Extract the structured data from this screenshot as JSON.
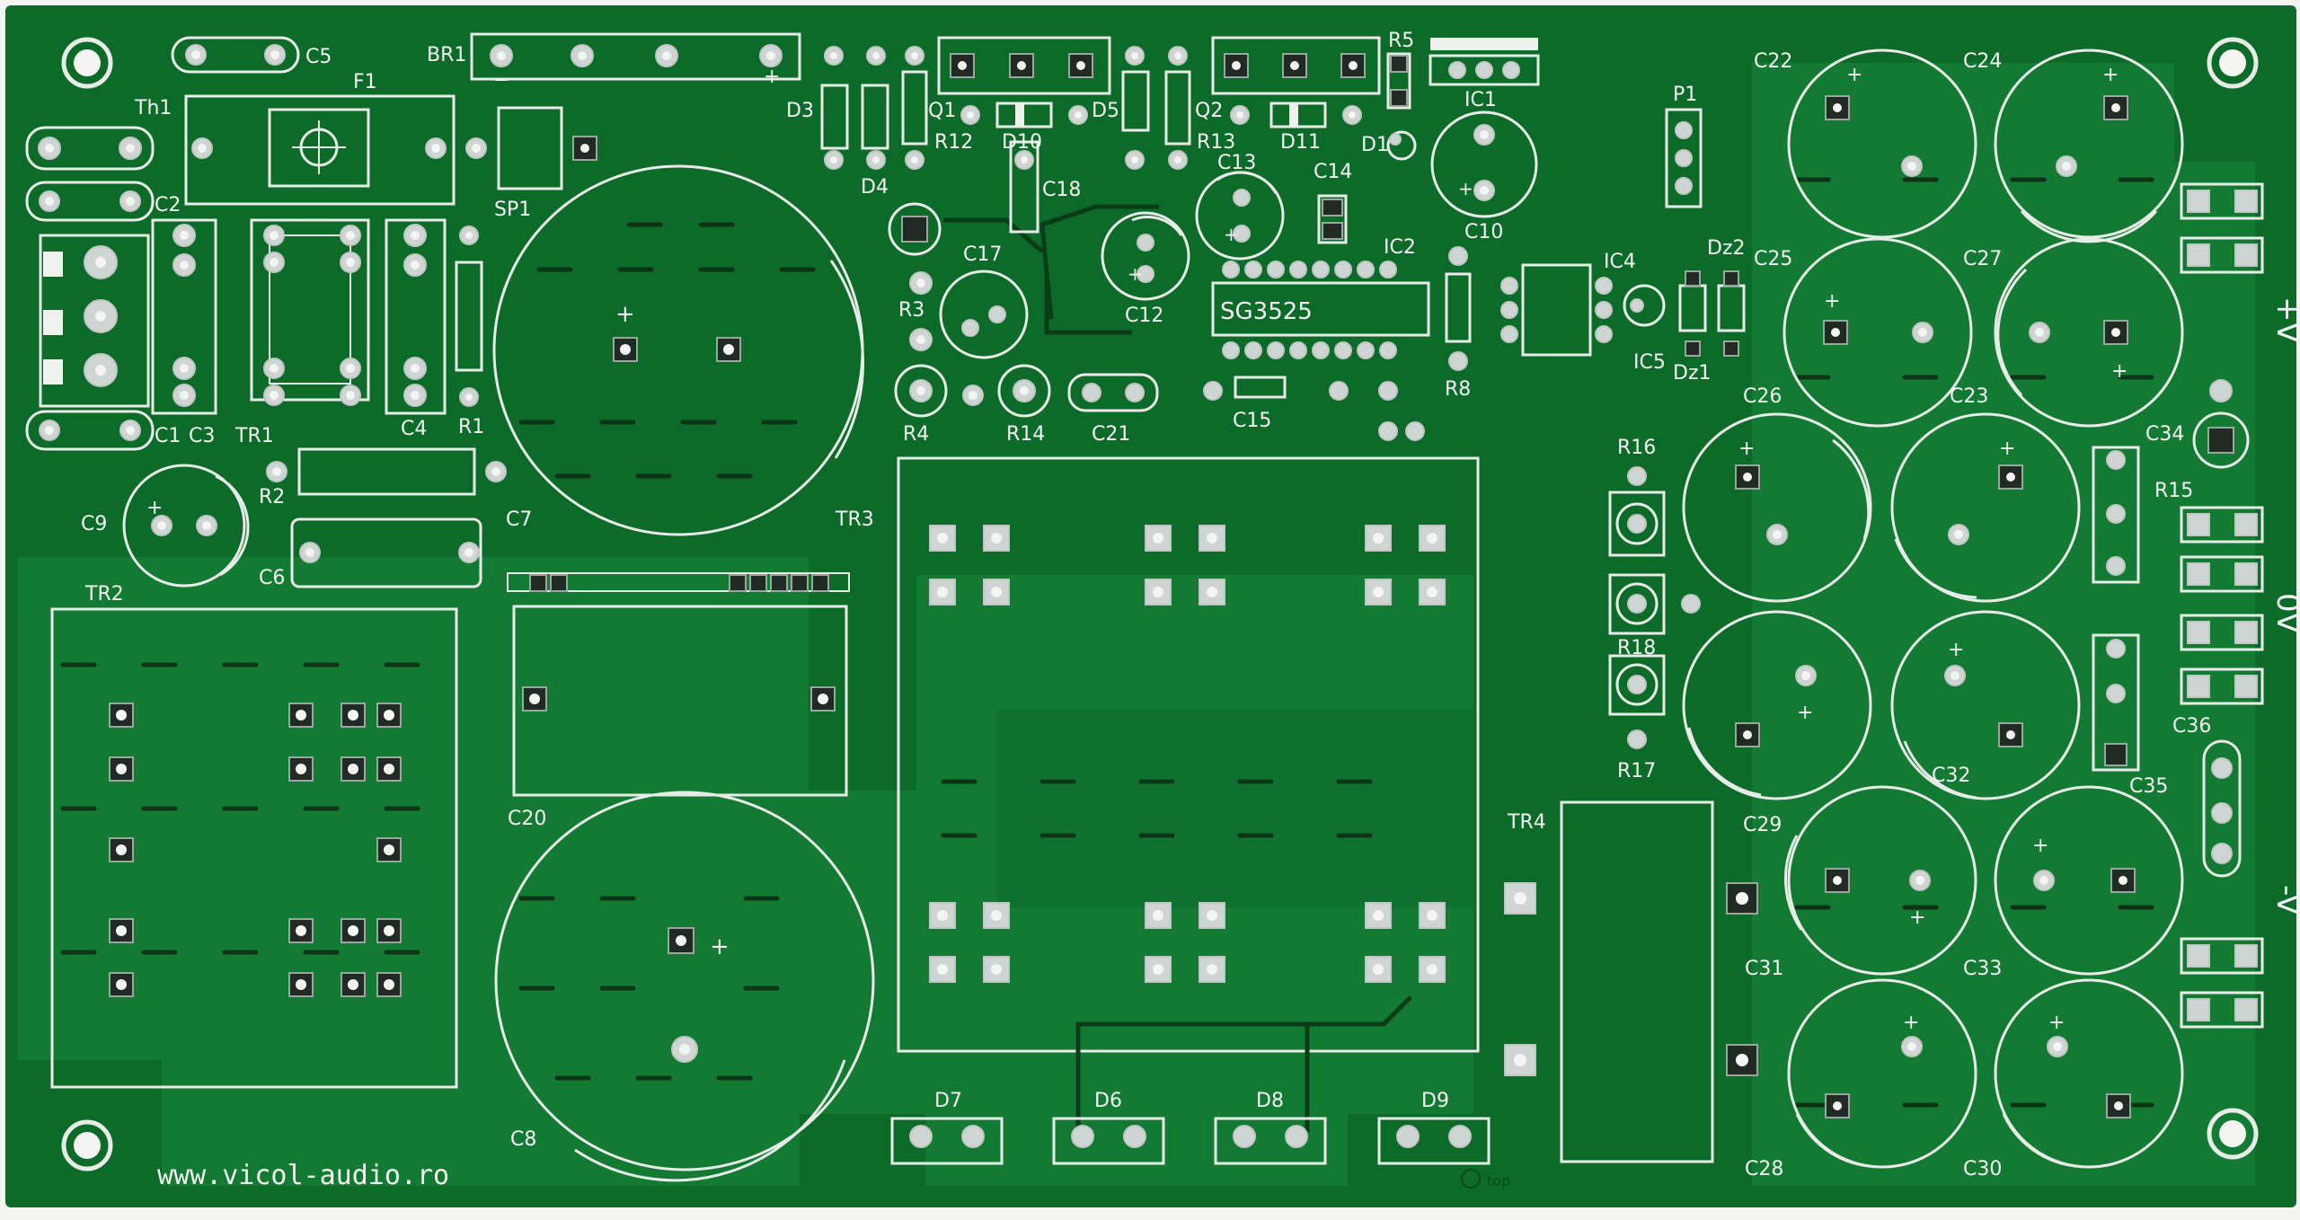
{
  "board": {
    "website": "www.vicol-audio.ro",
    "top_marker": "top",
    "colors": {
      "solder_mask": "#0d6b2a",
      "copper_plane": "#127a32",
      "silkscreen": "#eef1ee",
      "pad": "#cfd5d2",
      "background": "#f4f4f2"
    }
  },
  "ic_label": "SG3525",
  "output_labels": {
    "plus": "+V",
    "zero": "0V",
    "minus": "-V"
  },
  "labels": {
    "C5": "C5",
    "BR1": "BR1",
    "F1": "F1",
    "Th1": "Th1",
    "C2": "C2",
    "C1": "C1",
    "C3": "C3",
    "TR1": "TR1",
    "C4": "C4",
    "R1": "R1",
    "SP1": "SP1",
    "C7": "C7",
    "C9": "C9",
    "R2": "R2",
    "C6": "C6",
    "TR2": "TR2",
    "C20": "C20",
    "C8": "C8",
    "D3": "D3",
    "D4": "D4",
    "Q1": "Q1",
    "R12": "R12",
    "D10": "D10",
    "D5": "D5",
    "Q2": "Q2",
    "R13": "R13",
    "D11": "D11",
    "R5": "R5",
    "D1": "D1",
    "IC1": "IC1",
    "C18": "C18",
    "C13": "C13",
    "C14": "C14",
    "C17": "C17",
    "C12": "C12",
    "C10": "C10",
    "IC2": "IC2",
    "R3": "R3",
    "R8": "R8",
    "R4": "R4",
    "R14": "R14",
    "C21": "C21",
    "C15": "C15",
    "TR3": "TR3",
    "P1": "P1",
    "IC4": "IC4",
    "IC5": "IC5",
    "Dz2": "Dz2",
    "Dz1": "Dz1",
    "R16": "R16",
    "R18": "R18",
    "R17": "R17",
    "TR4": "TR4",
    "C22": "C22",
    "C24": "C24",
    "C25": "C25",
    "C27": "C27",
    "C26": "C26",
    "C23": "C23",
    "C34": "C34",
    "R15": "R15",
    "C36": "C36",
    "C35": "C35",
    "C29": "C29",
    "C32": "C32",
    "C31": "C31",
    "C33": "C33",
    "C28": "C28",
    "C30": "C30",
    "D7": "D7",
    "D6": "D6",
    "D8": "D8",
    "D9": "D9"
  }
}
